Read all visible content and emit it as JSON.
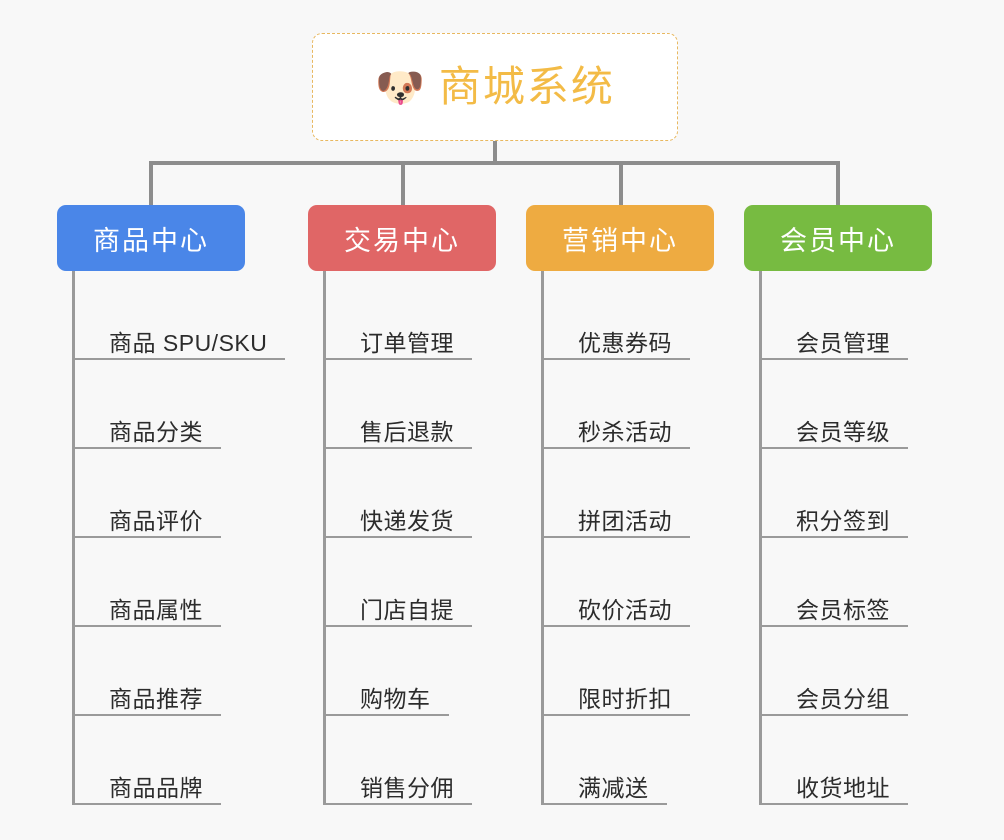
{
  "background_color": "#f8f8f8",
  "root": {
    "icon": "shiba-dog-face-emoji",
    "icon_glyph": "🐶",
    "title": "商城系统",
    "text_color": "#f3bb46",
    "border_color": "#e8b860",
    "background_color": "#ffffff"
  },
  "connector_color": "#8d8d8d",
  "columns": [
    {
      "id": "product-center",
      "title": "商品中心",
      "color": "#4a86e8",
      "items": [
        "商品 SPU/SKU",
        "商品分类",
        "商品评价",
        "商品属性",
        "商品推荐",
        "商品品牌"
      ]
    },
    {
      "id": "trade-center",
      "title": "交易中心",
      "color": "#e06666",
      "items": [
        "订单管理",
        "售后退款",
        "快递发货",
        "门店自提",
        "购物车",
        "销售分佣"
      ]
    },
    {
      "id": "marketing-center",
      "title": "营销中心",
      "color": "#eeab41",
      "items": [
        "优惠券码",
        "秒杀活动",
        "拼团活动",
        "砍价活动",
        "限时折扣",
        "满减送"
      ]
    },
    {
      "id": "member-center",
      "title": "会员中心",
      "color": "#77bb41",
      "items": [
        "会员管理",
        "会员等级",
        "积分签到",
        "会员标签",
        "会员分组",
        "收货地址"
      ]
    }
  ]
}
